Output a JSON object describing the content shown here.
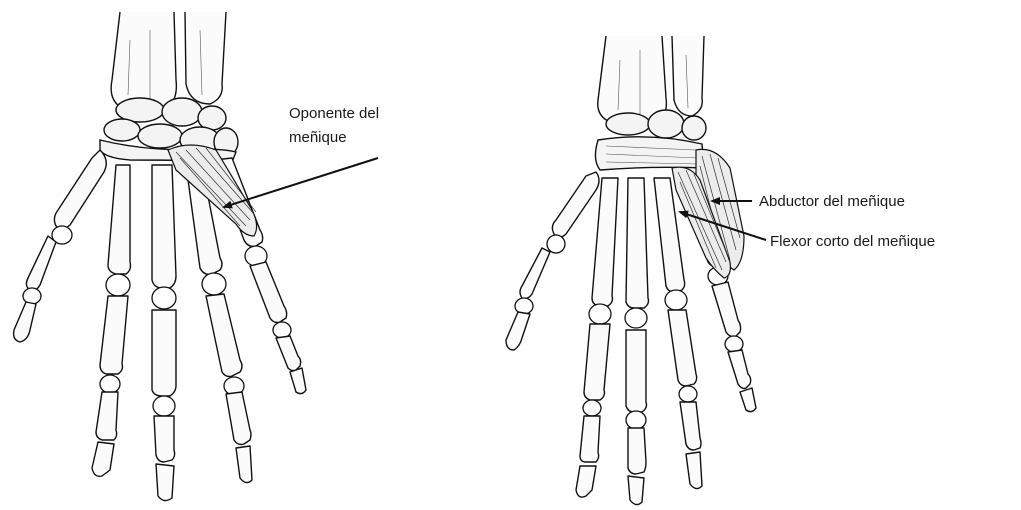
{
  "labels": {
    "opponens": [
      "Oponente del",
      "meñique"
    ],
    "abductor": "Abductor del meñique",
    "flexor": "Flexor corto del meñique"
  },
  "illustrations": [
    {
      "id": "left-hand",
      "muscles": [
        "opponens-digiti-minimi"
      ]
    },
    {
      "id": "right-hand",
      "muscles": [
        "abductor-digiti-minimi",
        "flexor-digiti-minimi-brevis"
      ]
    }
  ]
}
